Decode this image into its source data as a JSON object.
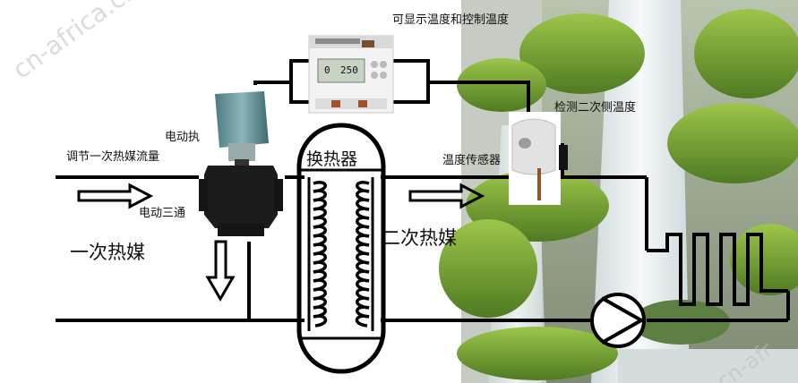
{
  "labels": {
    "display_control": "可显示温度和控制温度",
    "detect_secondary": "检测二次侧温度",
    "actuator": "电动执",
    "regulate_flow": "调节一次热媒流量",
    "three_way_valve": "电动三通",
    "temp_sensor": "温度传感器",
    "heat_exchanger": "换热器",
    "primary_medium": "一次热媒",
    "secondary_medium": "二次热媒"
  },
  "controller_display": {
    "left_digit": "0",
    "right_value": "250"
  },
  "watermarks": {
    "left": "cn-africa.cn",
    "right": "cn-afr"
  },
  "colors": {
    "line": "#000000",
    "valve_body": "#1c1c1c",
    "actuator": "#5f8f93",
    "moss": "#6fa02f",
    "water": "#e8eef0",
    "sensor_probe": "#8a5a2b"
  }
}
